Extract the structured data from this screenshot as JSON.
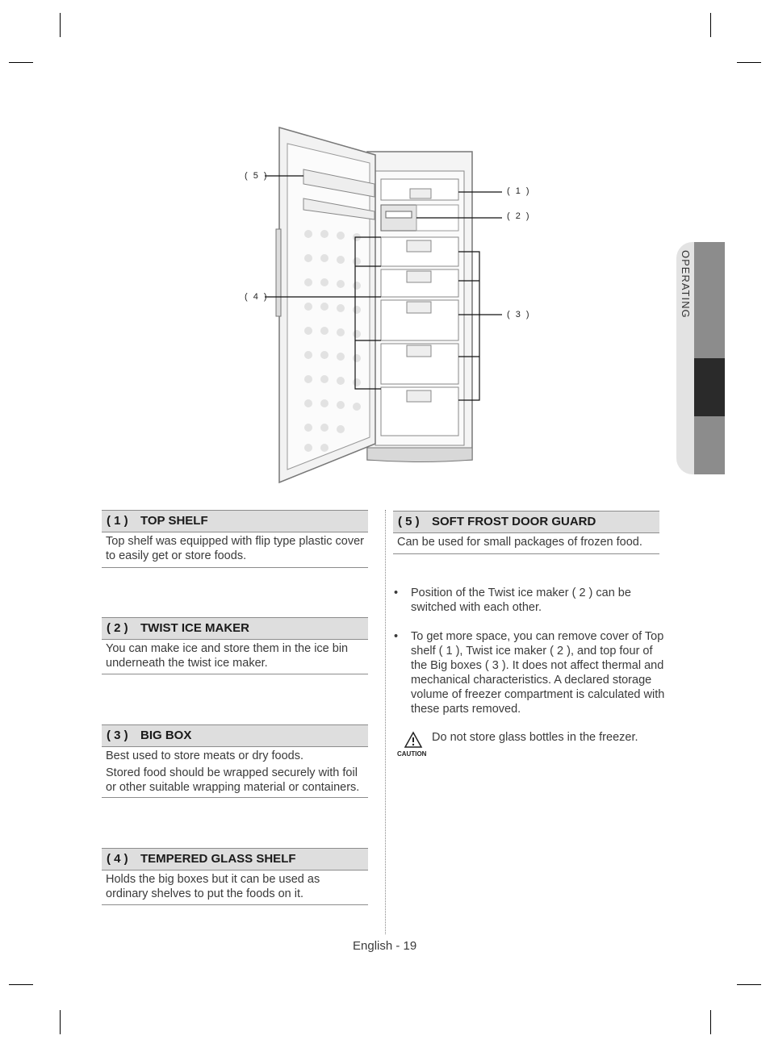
{
  "diagram": {
    "labels": [
      "( 5 )",
      "( 4 )",
      "( 1 )",
      "( 2 )",
      "( 3 )"
    ]
  },
  "side_tab": {
    "label": "OPERATING"
  },
  "sections": [
    {
      "num": "( 1 )",
      "title": "TOP SHELF",
      "body": [
        "Top shelf was equipped with flip type plastic cover to easily get or store foods."
      ]
    },
    {
      "num": "( 2 )",
      "title": "TWIST ICE MAKER",
      "body": [
        "You can make ice and store them in the ice bin underneath the twist ice maker."
      ]
    },
    {
      "num": "( 3 )",
      "title": "BIG BOX",
      "body": [
        "Best used to store meats or dry foods.",
        "Stored food should be wrapped securely with foil or other suitable wrapping material or containers."
      ]
    },
    {
      "num": "( 4 )",
      "title": "TEMPERED GLASS SHELF",
      "body": [
        "Holds the big boxes but it can be used as ordinary shelves to put the foods on it."
      ]
    },
    {
      "num": "( 5 )",
      "title": "SOFT FROST DOOR GUARD",
      "body": [
        "Can be used for small packages of frozen food."
      ]
    }
  ],
  "bullets": [
    "Position of the Twist ice maker ( 2 ) can be switched with each other.",
    "To get more space, you can remove cover of Top shelf ( 1 ), Twist ice maker ( 2 ), and top four of the Big boxes ( 3 ). It does not affect thermal and mechanical characteristics. A declared storage volume of freezer compartment is calculated with these parts removed."
  ],
  "caution": {
    "icon_label": "CAUTION",
    "text": "Do not store glass bottles in the freezer."
  },
  "footer": {
    "page": "English - 19"
  },
  "colors": {
    "tab_light": "#e3e3e3",
    "tab_mid": "#8c8c8c",
    "tab_dark": "#2a2a2a",
    "header_bg": "#dedede"
  }
}
